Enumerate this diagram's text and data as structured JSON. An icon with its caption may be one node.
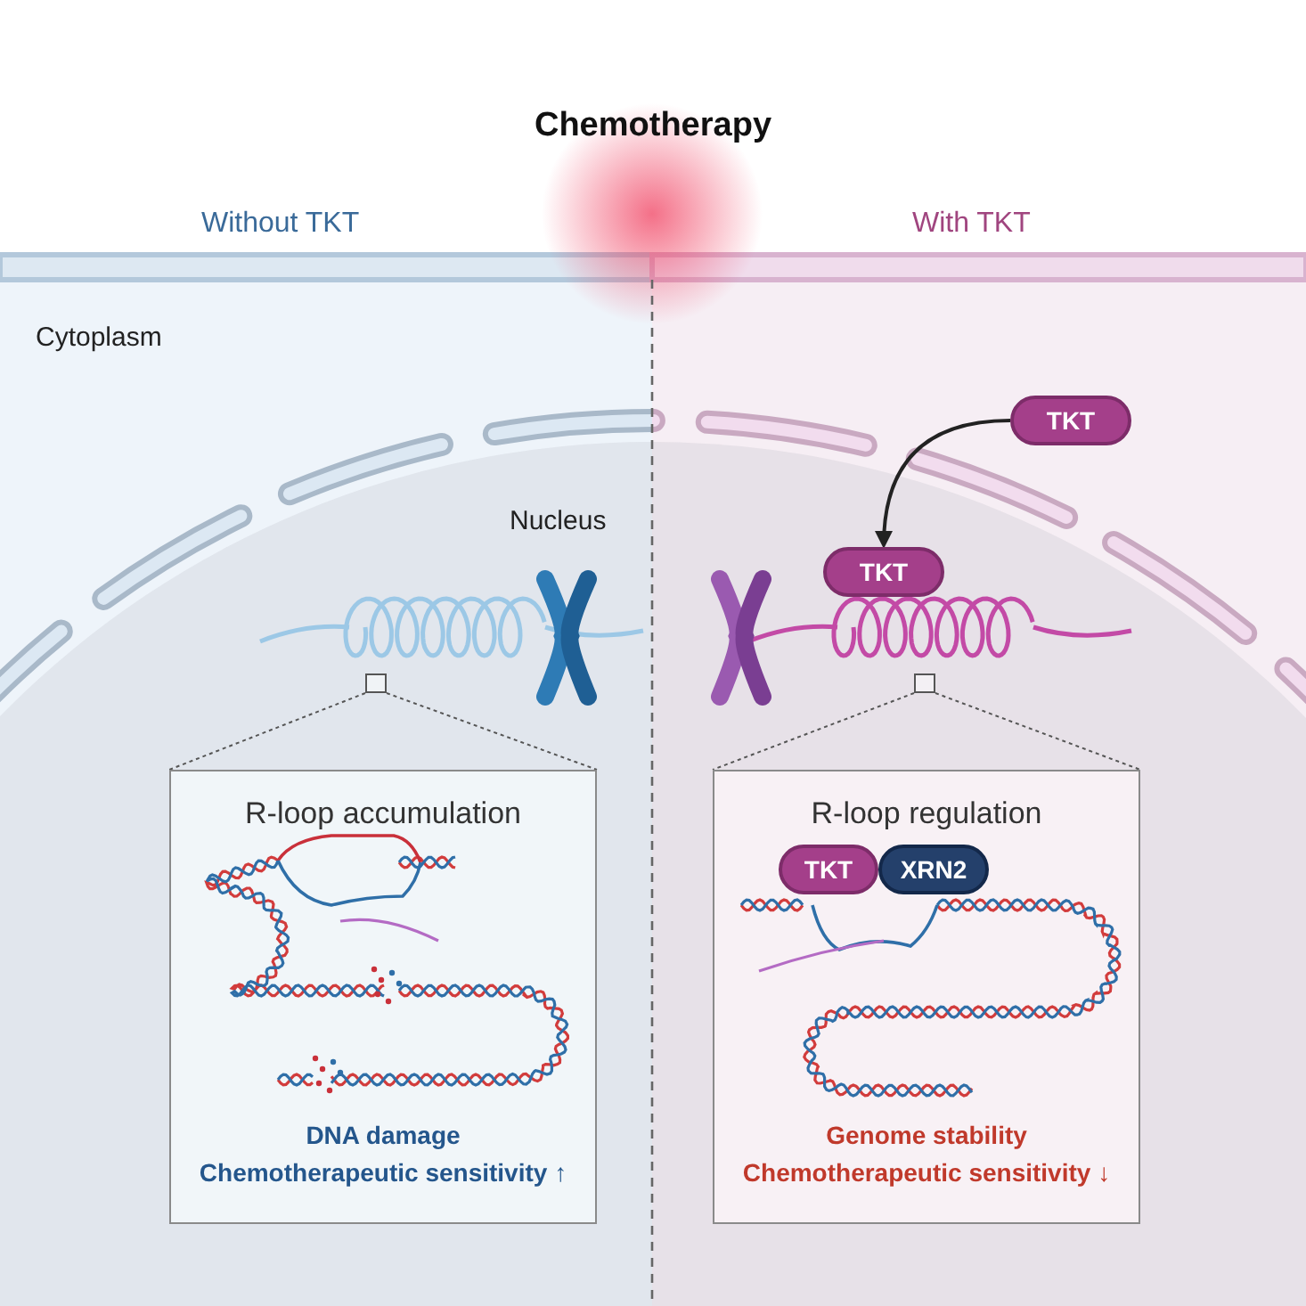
{
  "diagram": {
    "title": "Chemotherapy",
    "nodes": [
      {
        "text": [
          "TKT"
        ]
      },
      {
        "text": [
          "TKT"
        ]
      },
      {
        "text": [
          "R-loop accumulation",
          "DNA damage",
          "Chemotherapeutic sensitivity ↑"
        ]
      },
      {
        "text": [
          "R-loop regulation",
          "Genome stability",
          "Chemotherapeutic sensitivity ↓"
        ]
      },
      {
        "text": [
          "TKT"
        ],
        "in": 3
      },
      {
        "text": [
          "XRN2"
        ],
        "in": 3
      },
      {
        "text": [],
        "shape": "box"
      },
      {
        "text": [],
        "shape": "box"
      }
    ],
    "edges": [
      {
        "from": 0,
        "to": 1,
        "arrow": "to"
      },
      {
        "from": 6,
        "to": 2,
        "arrow": "none",
        "style": "dashed"
      },
      {
        "from": 7,
        "to": 3,
        "arrow": "none",
        "style": "dashed"
      }
    ],
    "labels": [
      "Without TKT",
      "With TKT",
      "Cytoplasm",
      "Nucleus"
    ]
  }
}
